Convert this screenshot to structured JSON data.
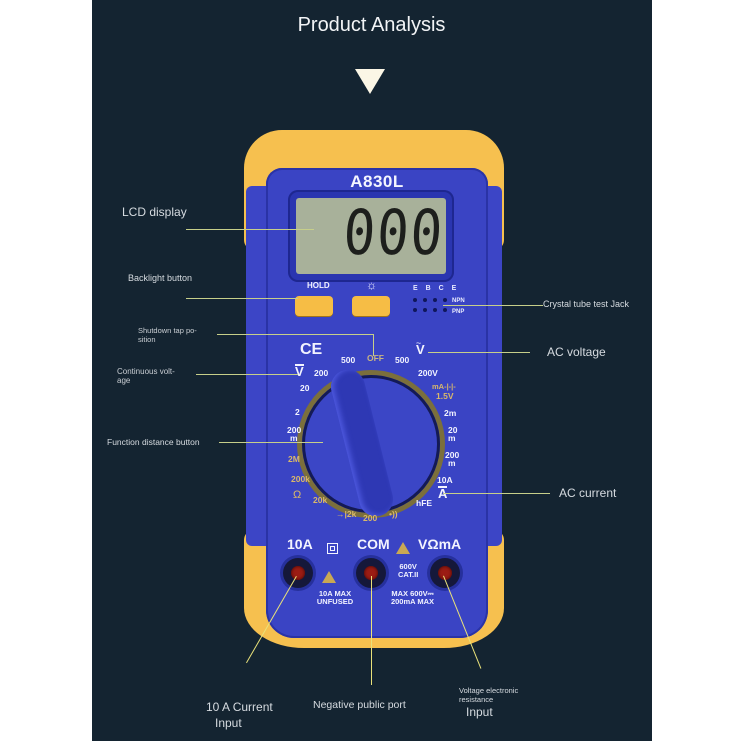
{
  "header": {
    "title": "Product Analysis",
    "arrow_icon": "down-triangle-icon"
  },
  "colors": {
    "background": "#142431",
    "outer_background": "#ffffff",
    "meter_blue": "#3a44c4",
    "meter_yellow": "#f6c04f",
    "lcd_green": "#a8b19a",
    "leader_line": "#c7cf8a"
  },
  "meter": {
    "model": "A830L",
    "lcd_reading": "000",
    "buttons": {
      "hold_label": "HOLD",
      "backlight_icon": "sun-icon",
      "backlight_glyph": "☼"
    },
    "transistor_jack": {
      "pins": "E B C E",
      "rows": [
        "NPN",
        "PNP"
      ]
    },
    "ce_mark": "CE",
    "dial": {
      "off": "OFF",
      "dcv_symbol": "V̄",
      "acv_symbol": "Ṽ",
      "acv_symbol_glyph": "V",
      "dca_symbol": "Ā",
      "dca_symbol_glyph": "A",
      "ohm_symbol": "Ω",
      "left_scale": [
        "500",
        "200",
        "20",
        "2",
        "200",
        "m",
        "2M",
        "200k"
      ],
      "bottom_scale": [
        "20k",
        "→|2k",
        "200",
        "•))"
      ],
      "right_scale": [
        "500",
        "200V",
        "mA-|-|-",
        "1.5V",
        "2m",
        "20",
        "m",
        "200",
        "m",
        "10A",
        "hFE"
      ]
    },
    "terminals": [
      {
        "label": "10A",
        "note_line1": "10A MAX",
        "note_line2": "UNFUSED"
      },
      {
        "label": "COM",
        "note_line1": "MAX 600V⎓",
        "note_line2": "200mA MAX"
      },
      {
        "label": "VΩmA",
        "note_line1": "600V",
        "note_line2": "CAT.II"
      }
    ],
    "double_insulation_icon": "square-in-square-icon",
    "warning_icon": "warning-triangle-icon"
  },
  "callouts": {
    "lcd_display": "LCD display",
    "backlight_button": "Backlight button",
    "shutdown_tap_line1": "Shutdown tap po-",
    "shutdown_tap_line2": "sition",
    "continuous_voltage_line1": "Continuous volt-",
    "continuous_voltage_line2": "age",
    "function_distance_button": "Function distance button",
    "crystal_tube_test_jack": "Crystal tube test Jack",
    "ac_voltage": "AC voltage",
    "ac_current": "AC current",
    "current_input_line1": "10 A Current",
    "current_input_line2": "Input",
    "negative_public_port": "Negative public port",
    "voltage_input_line1": "Voltage electronic",
    "voltage_input_line2": "resistance",
    "voltage_input_line3": "Input"
  }
}
